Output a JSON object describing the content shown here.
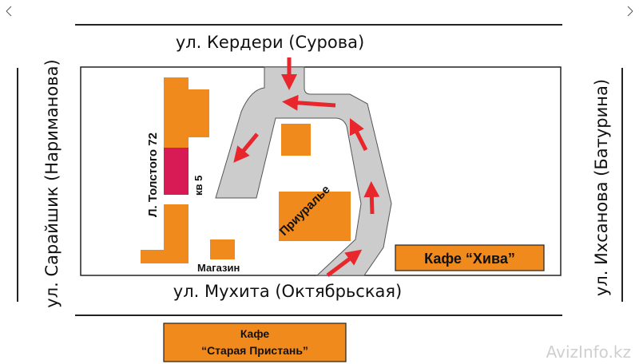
{
  "streets": {
    "top": "ул. Кердери (Сурова)",
    "bottom": "ул. Мухита (Октябрьская)",
    "left": "ул. Сарайшик (Нариманова)",
    "right": "ул. Ихсанова (Батурина)"
  },
  "buildings": {
    "tolstogo": "Л. Толстого 72",
    "apartment": "кв 5",
    "shop": "Магазин",
    "priuralye": "Приуралье"
  },
  "cafes": {
    "khiva": "Кафе “Хива”",
    "pristan_line1": "Кафе",
    "pristan_line2": "“Старая Пристань”"
  },
  "watermark": "AvizInfo.kz",
  "colors": {
    "building": "#f08a1c",
    "target": "#d81b54",
    "road": "#cccccc",
    "arrow": "#e8262b"
  }
}
